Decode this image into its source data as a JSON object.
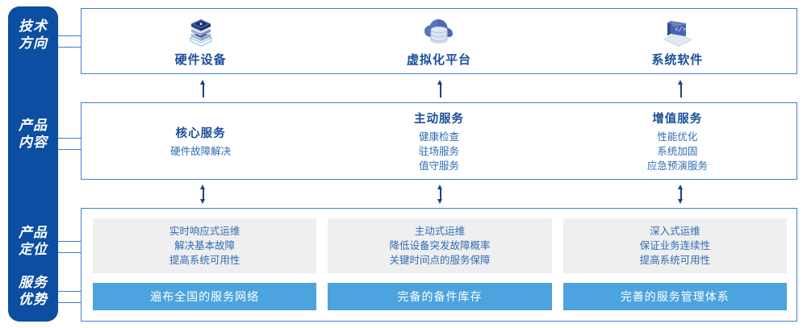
{
  "colors": {
    "rail_bg": "#0b4ea2",
    "panel_border": "#3f7fd0",
    "heading_blue": "#1a4f9c",
    "body_blue": "#2f6cb5",
    "gray_box": "#efefef",
    "advantage_blue": "#4da3dd",
    "arrow": "#1f3f87"
  },
  "rail": {
    "labels": [
      {
        "id": "tech-direction",
        "text": "技术\n方向"
      },
      {
        "id": "product-content",
        "text": "产品\n内容"
      },
      {
        "id": "product-positioning",
        "text": "产品\n定位"
      },
      {
        "id": "service-advantage",
        "text": "服务\n优势"
      }
    ]
  },
  "tech_direction": {
    "items": [
      {
        "icon": "server-stack-icon",
        "label": "硬件设备"
      },
      {
        "icon": "cloud-database-icon",
        "label": "虚拟化平台"
      },
      {
        "icon": "laptop-code-icon",
        "label": "系统软件"
      }
    ]
  },
  "product_content": {
    "columns": [
      {
        "title": "核心服务",
        "items": [
          "硬件故障解决"
        ]
      },
      {
        "title": "主动服务",
        "items": [
          "健康检查",
          "驻场服务",
          "值守服务"
        ]
      },
      {
        "title": "增值服务",
        "items": [
          "性能优化",
          "系统加固",
          "应急预演服务"
        ]
      }
    ]
  },
  "product_positioning": {
    "columns": [
      {
        "items": [
          "实时响应式运维",
          "解决基本故障",
          "提高系统可用性"
        ]
      },
      {
        "items": [
          "主动式运维",
          "降低设备突发故障概率",
          "关键时间点的服务保障"
        ]
      },
      {
        "items": [
          "深入式运维",
          "保证业务连续性",
          "提高系统可用性"
        ]
      }
    ]
  },
  "service_advantage": {
    "items": [
      "遍布全国的服务网络",
      "完备的备件库存",
      "完善的服务管理体系"
    ]
  }
}
